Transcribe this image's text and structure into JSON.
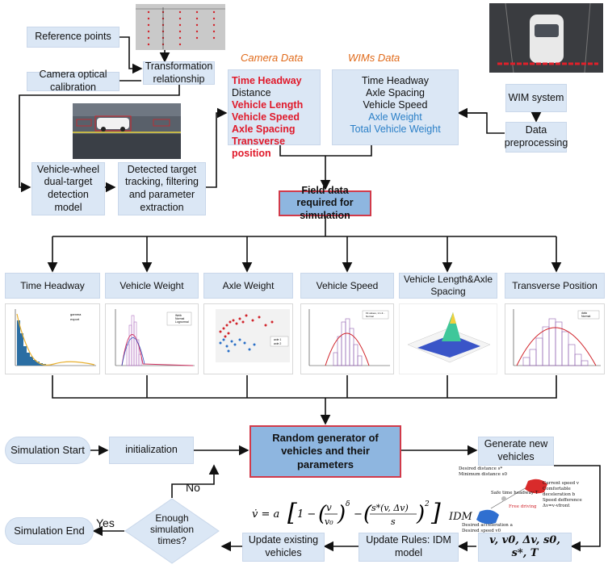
{
  "top": {
    "reference_points": "Reference points",
    "camera_calibration": "Camera optical calibration",
    "transformation": "Transformation relationship",
    "detection_model": "Vehicle-wheel dual-target detection model",
    "tracking": "Detected target tracking, filtering and parameter extraction",
    "wim_system": "WIM system",
    "data_preprocessing": "Data preprocessing"
  },
  "camera_data": {
    "title": "Camera Data",
    "items": [
      {
        "text": "Time Headway",
        "color": "red"
      },
      {
        "text": "Distance",
        "color": "black"
      },
      {
        "text": "Vehicle Length",
        "color": "red"
      },
      {
        "text": "Vehicle Speed",
        "color": "red"
      },
      {
        "text": "Axle Spacing",
        "color": "red"
      },
      {
        "text": "Transverse position",
        "color": "red"
      }
    ]
  },
  "wims_data": {
    "title": "WIMs Data",
    "items": [
      {
        "text": "Time Headway",
        "color": "black"
      },
      {
        "text": "Axle Spacing",
        "color": "black"
      },
      {
        "text": "Vehicle Speed",
        "color": "black"
      },
      {
        "text": "Axle Weight",
        "color": "blue"
      },
      {
        "text": "Total Vehicle Weight",
        "color": "blue"
      }
    ]
  },
  "field_data": "Field data required for simulation",
  "parameters": [
    "Time Headway",
    "Vehicle Weight",
    "Axle Weight",
    "Vehicle Speed",
    "Vehicle Length&Axle Spacing",
    "Transverse Position"
  ],
  "chart_legends": {
    "headway": [
      "gamma",
      "export"
    ],
    "weight": [
      "Weib",
      "Normal",
      "Lognormal"
    ],
    "axle": [
      "axle 1",
      "axle 2"
    ],
    "speed": [
      "Fit values, 1.1-3...",
      "Normal"
    ],
    "transverse": [
      "data",
      "Normal"
    ]
  },
  "bottom": {
    "simulation_start": "Simulation Start",
    "initialization": "initialization",
    "random_generator": "Random generator of vehicles and their parameters",
    "generate_new": "Generate new vehicles",
    "params_box": "v, v0, Δv, s0, s*, T",
    "update_rules": "Update Rules: IDM model",
    "update_existing": "Update existing vehicles",
    "enough": "Enough simulation times?",
    "simulation_end": "Simulation End",
    "yes": "Yes",
    "no": "No",
    "idm": "IDM",
    "desired_distance": "Desired distance s*",
    "minimum_distance": "Minimum distance s0",
    "safe_time": "Safe time headway T",
    "current_speed": "Current speed v",
    "comfort_decel": "Comfortable deceleration b",
    "speed_diff": "Speed defference Δv=v-vfront",
    "free_driving": "Free driving",
    "desired_accel": "Desired acceleration a",
    "desired_speed": "Desired speed v0"
  },
  "colors": {
    "box": "#dbe7f5",
    "highlight": "#8eb6e0",
    "border_red": "#d13a4a",
    "orange": "#e06a1a",
    "red": "#e0192a",
    "blue": "#2a7fc7"
  }
}
